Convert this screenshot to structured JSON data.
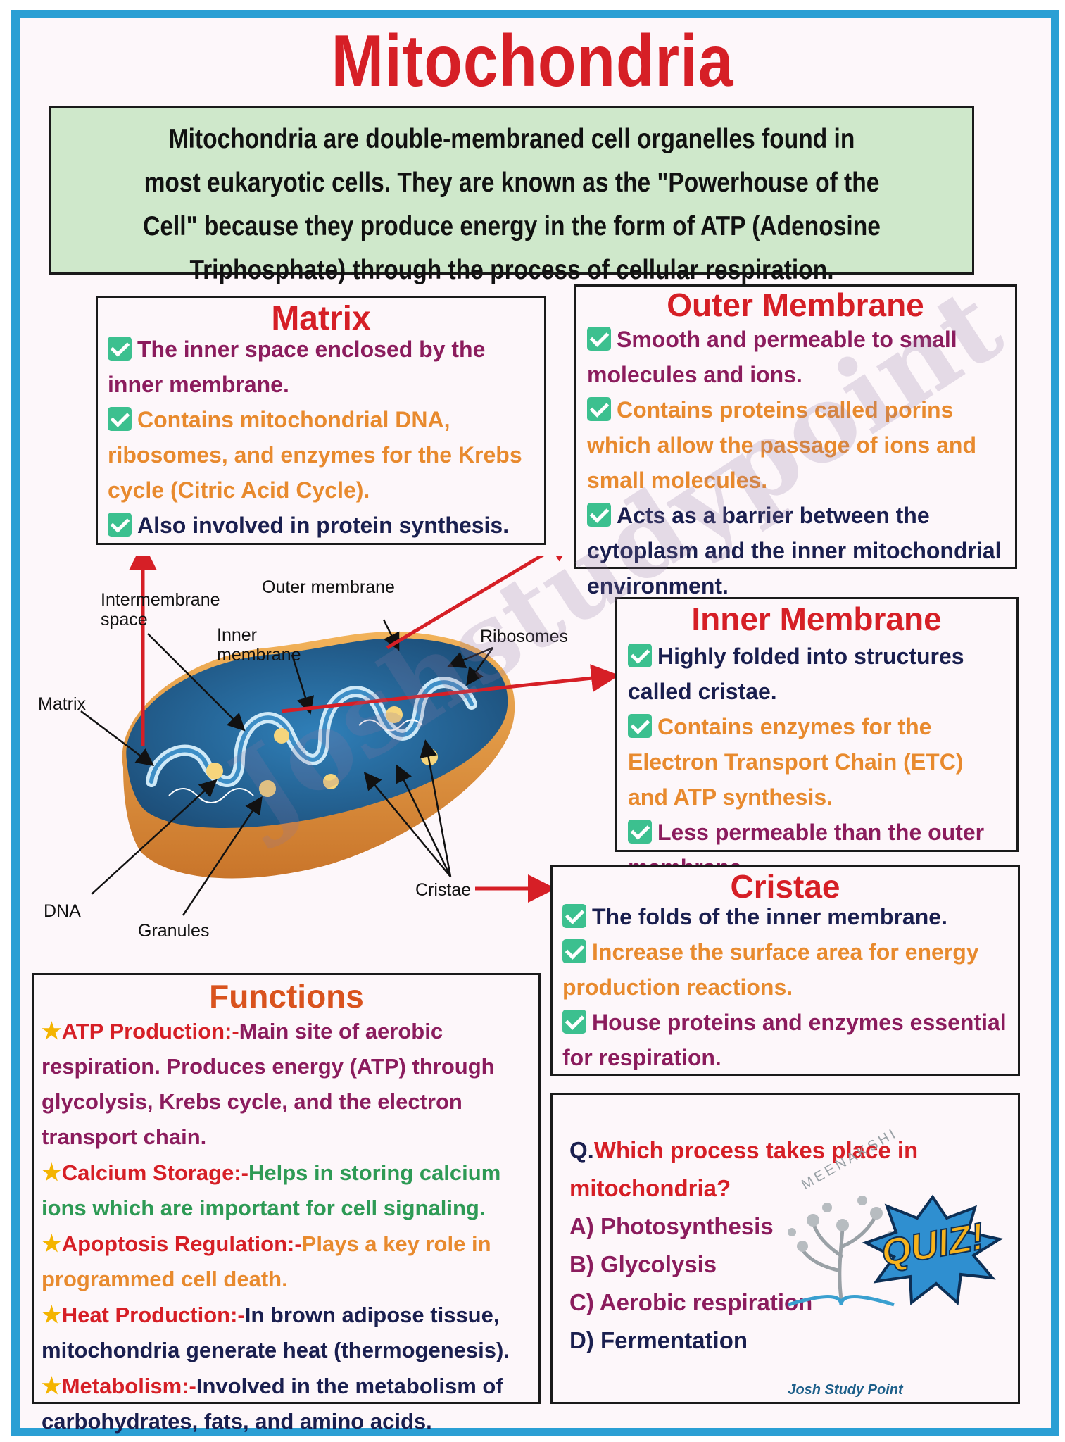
{
  "title": "Mitochondria",
  "intro": "Mitochondria are double-membraned cell organelles found in most eukaryotic cells. They are known as the \"Powerhouse of the Cell\" because they produce energy in the form of ATP (Adenosine Triphosphate) through the process of cellular respiration.",
  "matrix": {
    "heading": "Matrix",
    "items": [
      "The inner space enclosed by the inner membrane.",
      "Contains mitochondrial DNA, ribosomes, and enzymes for the Krebs cycle (Citric Acid Cycle).",
      "Also involved in protein synthesis."
    ]
  },
  "outer": {
    "heading": "Outer Membrane",
    "items": [
      "Smooth and permeable to small molecules and ions.",
      "Contains proteins called porins which allow the passage of ions and small molecules.",
      "Acts as a barrier between the cytoplasm and the inner mitochondrial environment."
    ]
  },
  "inner": {
    "heading": "Inner Membrane",
    "items": [
      "Highly folded into structures called cristae.",
      "Contains enzymes for the Electron Transport Chain (ETC) and ATP synthesis.",
      "Less permeable than the outer membrane."
    ]
  },
  "cristae": {
    "heading": "Cristae",
    "items": [
      "The folds of the inner membrane.",
      "Increase the surface area for energy production reactions.",
      "House proteins and enzymes essential for respiration."
    ]
  },
  "functions": {
    "heading": "Functions",
    "items": [
      {
        "label": "ATP Production:-",
        "text": "Main site of aerobic respiration. Produces energy (ATP) through glycolysis, Krebs cycle, and the electron transport chain."
      },
      {
        "label": "Calcium Storage:-",
        "text": "Helps in storing calcium ions which are important for cell signaling."
      },
      {
        "label": "Apoptosis Regulation:-",
        "text": "Plays a key role in programmed cell death."
      },
      {
        "label": "Heat Production:-",
        "text": "In brown adipose tissue, mitochondria generate heat (thermogenesis)."
      },
      {
        "label": "Metabolism:-",
        "text": "Involved in the metabolism of carbohydrates, fats, and amino acids."
      }
    ]
  },
  "quiz": {
    "q_prefix": "Q.",
    "question": "Which process takes place in mitochondria?",
    "options": [
      "A) Photosynthesis",
      "B) Glycolysis",
      "C) Aerobic respiration",
      "D) Fermentation"
    ],
    "badge": "QUIZ!",
    "logo_arc": "MEENAKSHI",
    "logo_text": "Josh Study Point"
  },
  "diagram_labels": {
    "intermembrane": [
      "Intermembrane",
      "space"
    ],
    "outer": "Outer membrane",
    "inner": [
      "Inner",
      "membrane"
    ],
    "ribosomes": "Ribosomes",
    "matrix": "Matrix",
    "dna": "DNA",
    "granules": "Granules",
    "cristae": "Cristae"
  },
  "watermark": "Joshstudypoint",
  "colors": {
    "border": "#2b9fd4",
    "heading": "#d61f26",
    "intro_bg": "#cfe8cb"
  }
}
